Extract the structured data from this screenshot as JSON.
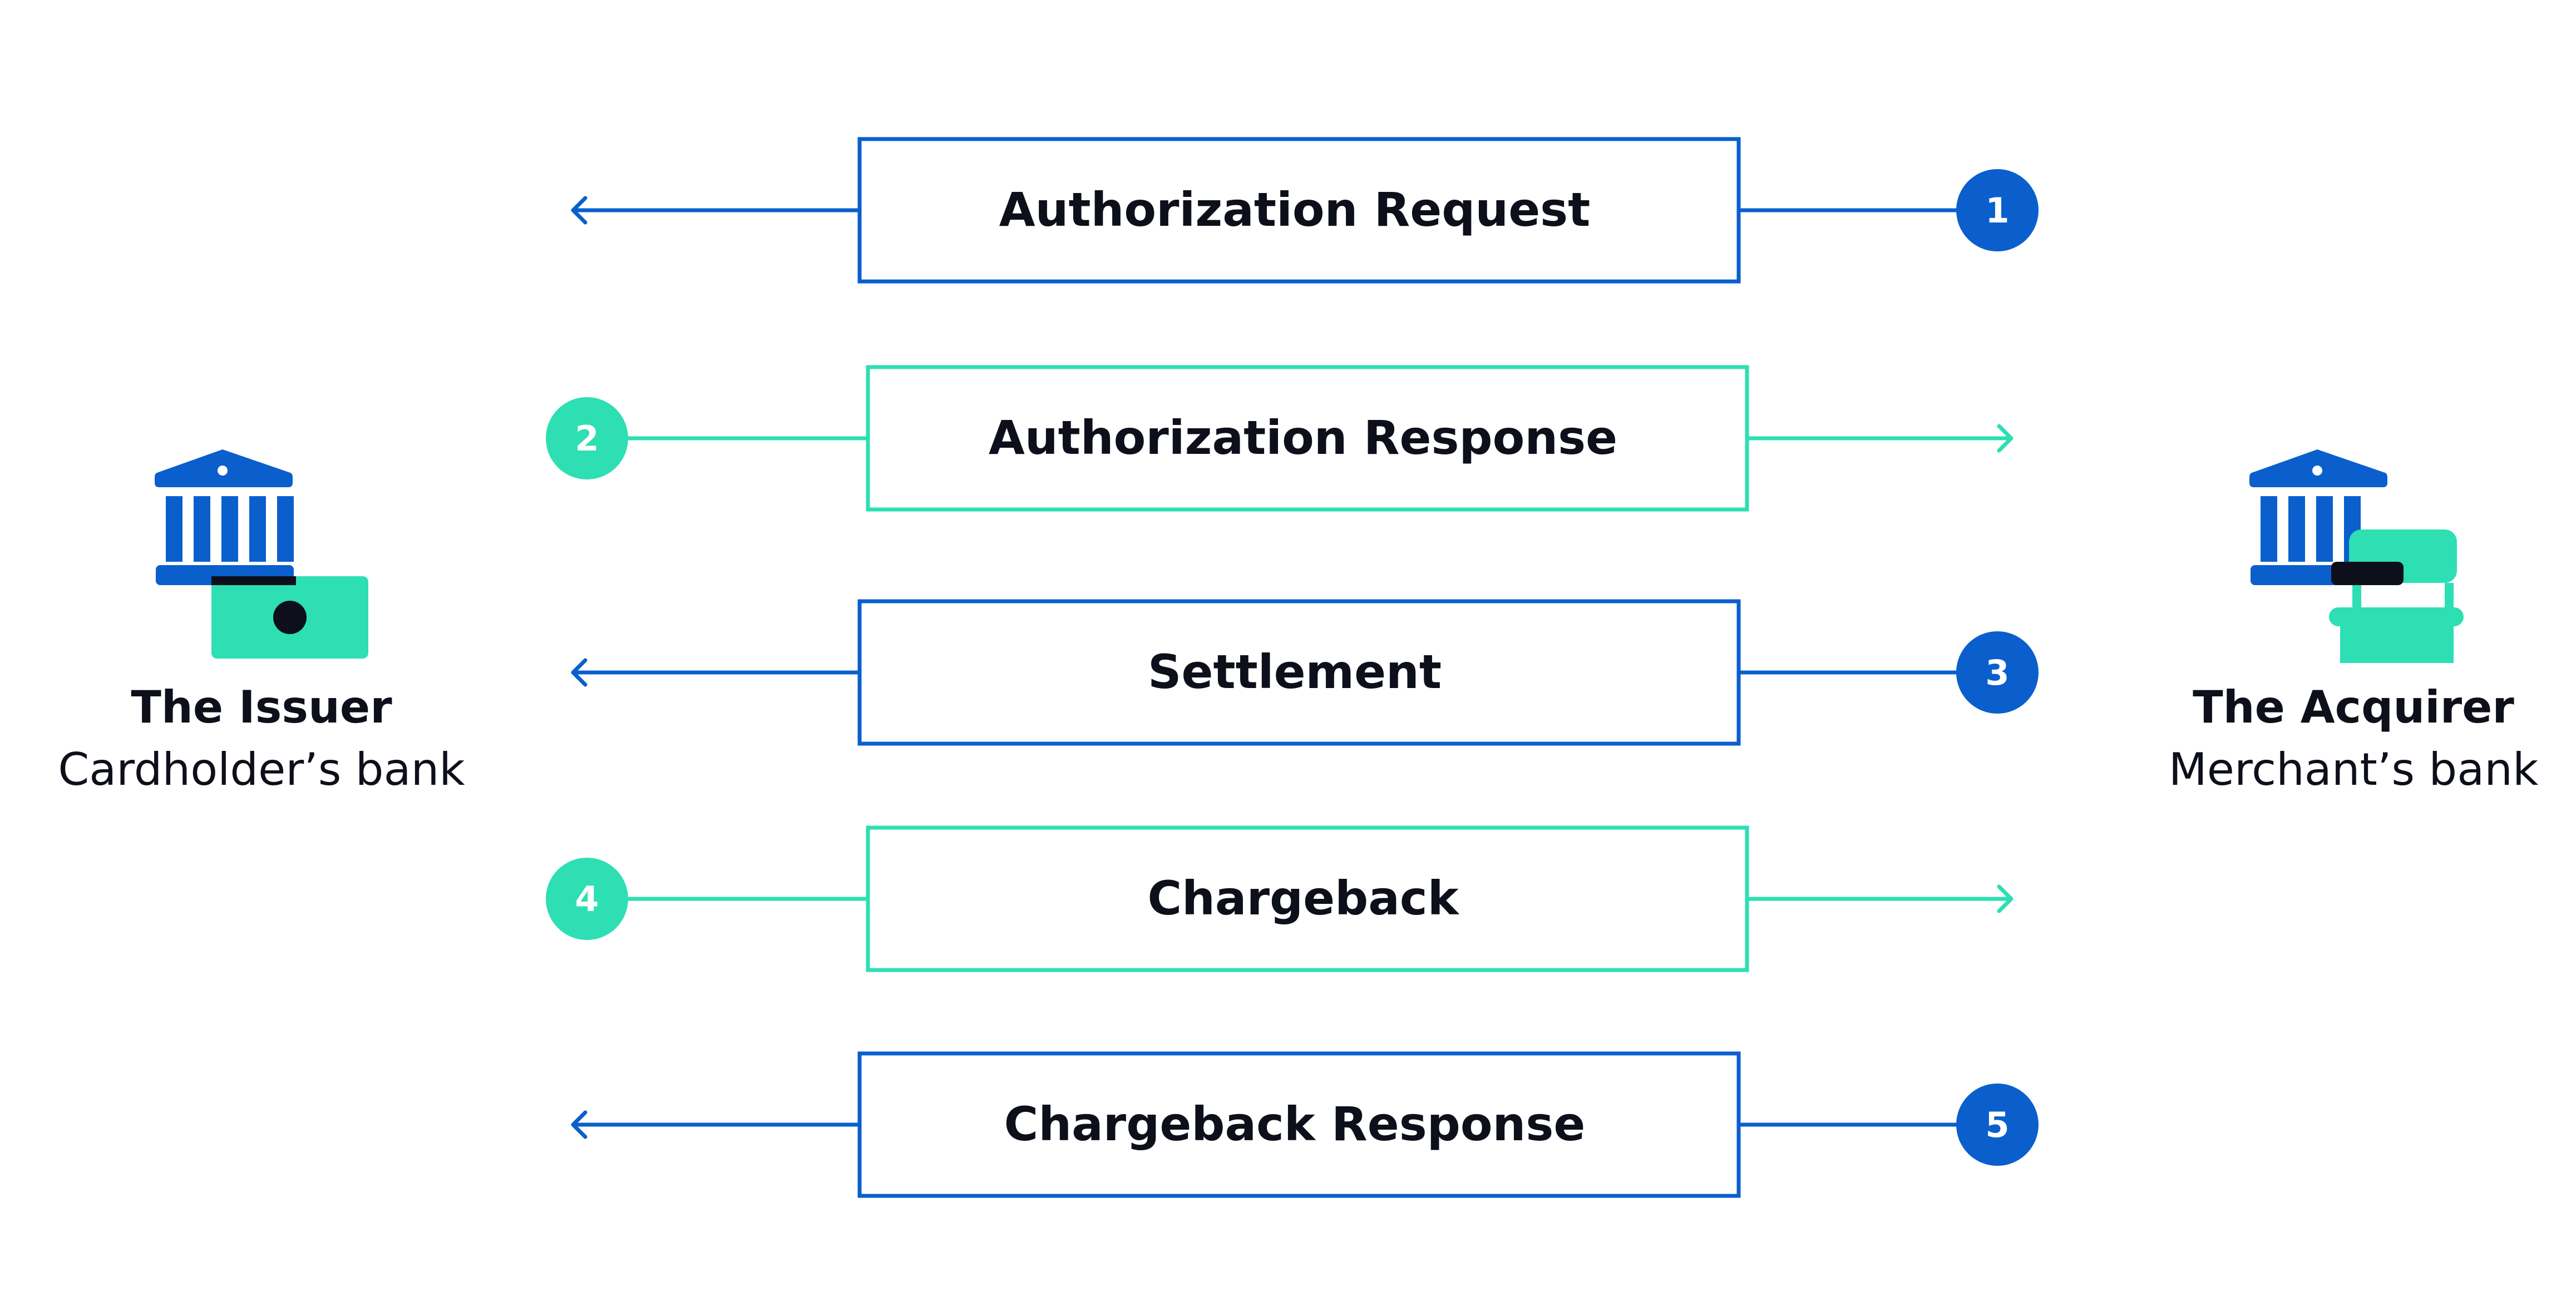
{
  "colors": {
    "blue": "#0a5fcd",
    "teal": "#2ddfb3",
    "dark": "#0d0f1a"
  },
  "issuer": {
    "title": "The Issuer",
    "subtitle": "Cardholder’s bank",
    "icon": "bank-with-card-icon"
  },
  "acquirer": {
    "title": "The Acquirer",
    "subtitle": "Merchant’s bank",
    "icon": "bank-with-storefront-icon"
  },
  "steps": [
    {
      "number": "1",
      "label": "Authorization Request",
      "direction": "to-issuer",
      "color": "blue"
    },
    {
      "number": "2",
      "label": "Authorization Response",
      "direction": "to-acquirer",
      "color": "teal"
    },
    {
      "number": "3",
      "label": "Settlement",
      "direction": "to-issuer",
      "color": "blue"
    },
    {
      "number": "4",
      "label": "Chargeback",
      "direction": "to-acquirer",
      "color": "teal"
    },
    {
      "number": "5",
      "label": "Chargeback Response",
      "direction": "to-issuer",
      "color": "blue"
    }
  ]
}
